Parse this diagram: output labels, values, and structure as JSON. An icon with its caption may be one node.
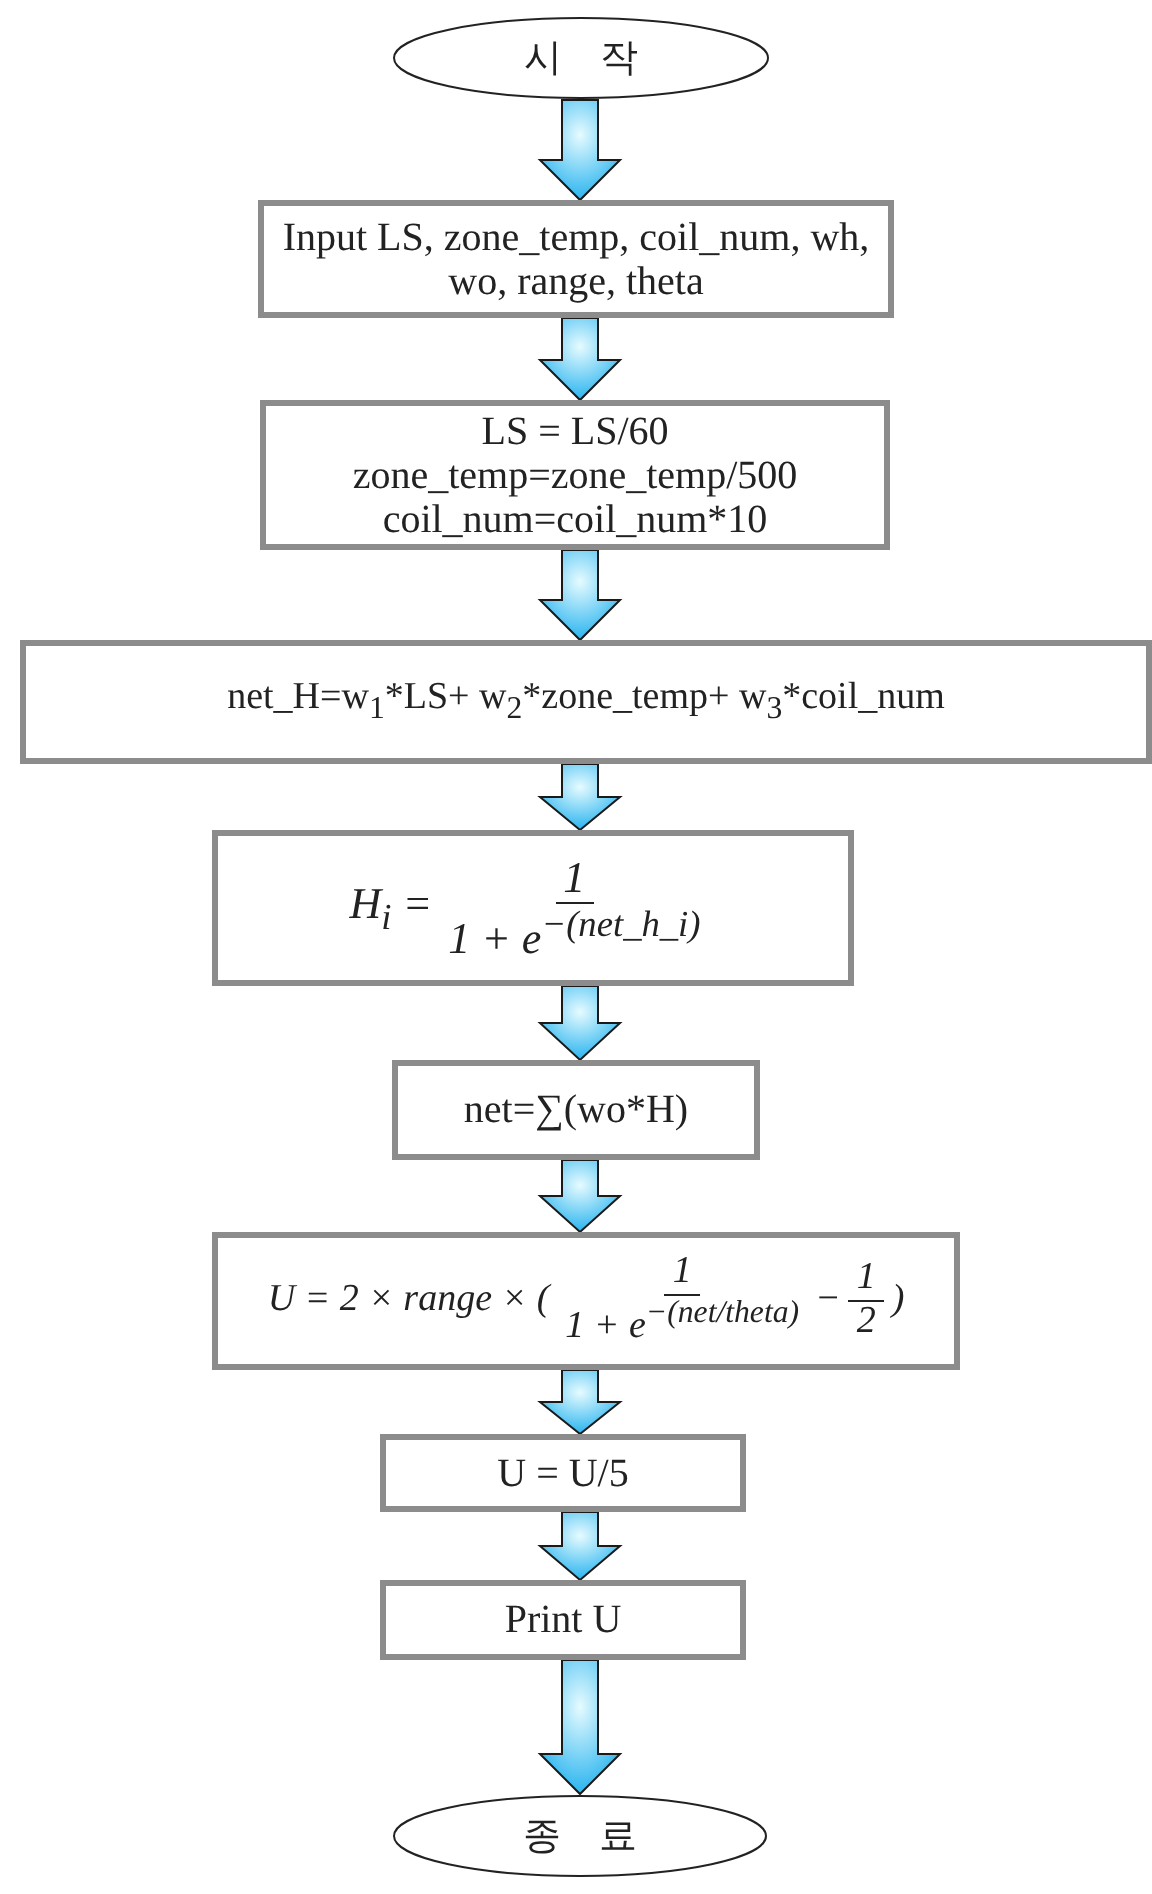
{
  "diagram": {
    "nodes": [
      {
        "text": [
          "시　작"
        ]
      },
      {
        "text": [
          "Input LS, zone_temp, coil_num, wh, wo, range, theta"
        ]
      },
      {
        "text": [
          "LS = LS/60",
          "zone_temp=zone_temp/500",
          "coil_num=coil_num*10"
        ]
      },
      {
        "text": [
          "net_H=w$_{1}$*LS+ w$_{2}$*zone_temp+ w$_{3}$*coil_num"
        ]
      },
      {
        "text": [
          "H$_{i}$ =",
          "1",
          "1 + e$^{−(net_h_i)}$"
        ]
      },
      {
        "text": [
          "net=∑(wo*H)"
        ]
      },
      {
        "text": [
          "U = 2 × range × (",
          "1",
          "1 + e$^{−(net/theta)}$",
          "−",
          "1",
          "2",
          ")"
        ]
      },
      {
        "text": [
          "U = U/5"
        ]
      },
      {
        "text": [
          "Print U"
        ]
      },
      {
        "text": [
          "종　료"
        ]
      }
    ],
    "edges": [
      {
        "from": 0,
        "to": 1,
        "arrow": "to"
      },
      {
        "from": 1,
        "to": 2,
        "arrow": "to"
      },
      {
        "from": 2,
        "to": 3,
        "arrow": "to"
      },
      {
        "from": 3,
        "to": 4,
        "arrow": "to"
      },
      {
        "from": 4,
        "to": 5,
        "arrow": "to"
      },
      {
        "from": 5,
        "to": 6,
        "arrow": "to"
      },
      {
        "from": 6,
        "to": 7,
        "arrow": "to"
      },
      {
        "from": 7,
        "to": 8,
        "arrow": "to"
      },
      {
        "from": 8,
        "to": 9,
        "arrow": "to"
      }
    ]
  }
}
